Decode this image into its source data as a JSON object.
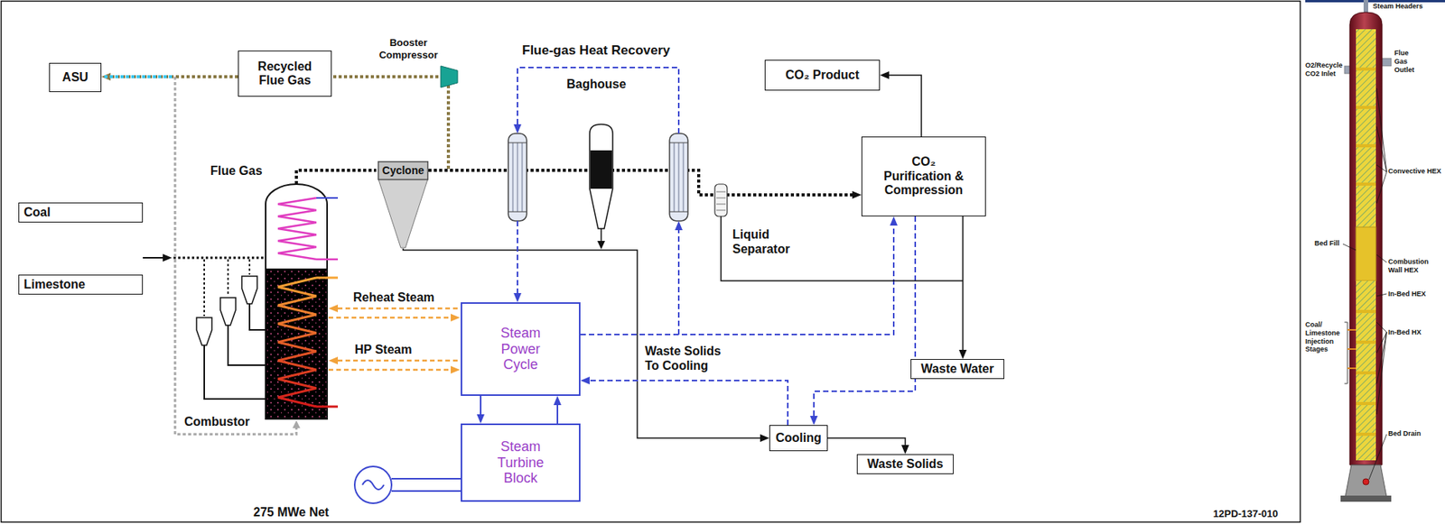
{
  "diagram": {
    "nodes": [
      {
        "text": [
          "ASU"
        ]
      },
      {
        "text": [
          "Recycled Flue Gas"
        ]
      },
      {
        "text": [
          "CO₂ Product"
        ]
      },
      {
        "text": [
          "Cyclone"
        ]
      },
      {
        "text": [
          "CO₂ Purification & Compression"
        ]
      },
      {
        "text": [
          "Coal"
        ]
      },
      {
        "text": [
          "Limestone"
        ]
      },
      {
        "text": [
          "Steam Power Cycle"
        ]
      },
      {
        "text": [
          "Waste Water"
        ]
      },
      {
        "text": [
          "Steam Turbine Block"
        ]
      },
      {
        "text": [
          "Cooling"
        ]
      },
      {
        "text": [
          "Waste Solids"
        ]
      }
    ],
    "edges": [
      {
        "from": 1,
        "to": 0,
        "arrow": "to"
      },
      {
        "from": 3,
        "to": 1,
        "arrow": "none"
      },
      {
        "from": 3,
        "to": 4,
        "arrow": "to"
      },
      {
        "from": 3,
        "to": 10,
        "arrow": "to"
      },
      {
        "from": 4,
        "to": 2,
        "arrow": "to"
      },
      {
        "from": 4,
        "to": 8,
        "arrow": "to"
      },
      {
        "from": 4,
        "to": 10,
        "arrow": "to"
      },
      {
        "from": 7,
        "to": 4,
        "arrow": "to"
      },
      {
        "from": 7,
        "to": 9,
        "arrow": "to"
      },
      {
        "from": 9,
        "to": 7,
        "arrow": "to"
      },
      {
        "from": 10,
        "to": 7,
        "arrow": "to"
      },
      {
        "from": 10,
        "to": 11,
        "arrow": "to"
      }
    ],
    "labels": [
      "Booster Compressor",
      "Flue-gas Heat Recovery",
      "Baghouse",
      "Flue Gas",
      "Liquid Separator",
      "Reheat Steam",
      "HP Steam",
      "Waste Solids To Cooling",
      "Combustor",
      "275 MWe Net",
      "12PD-137-010",
      "Steam Headers",
      "O2/Recycle CO2 Inlet",
      "Flue Gas Outlet",
      "Convective HEX",
      "Bed Fill",
      "Combustion Wall HEX",
      "In-Bed HEX",
      "Coal/ Limestone Injection Stages",
      "In-Bed HX",
      "Bed Drain"
    ]
  }
}
